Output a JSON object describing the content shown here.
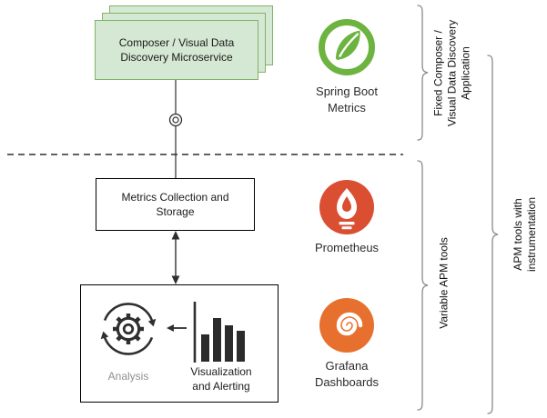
{
  "colors": {
    "card_fill": "#d5e8d4",
    "card_stroke": "#82b366",
    "spring_green": "#6db33f",
    "prometheus_red": "#da4e31",
    "grafana_orange": "#e8702e",
    "line_dark": "#2f2f2f",
    "brace_gray": "#8a8a8a",
    "analysis_gray": "#8f8f8f"
  },
  "stack": {
    "label": "Composer / Visual Data Discovery Microservice",
    "icon": "stacked-cards"
  },
  "metrics_box": {
    "label": "Metrics Collection and Storage"
  },
  "apm_box": {
    "analysis_label": "Analysis",
    "visualization_label": "Visualization and Alerting",
    "icons": [
      "gear-sync-icon",
      "left-arrow-icon",
      "bar-chart-icon"
    ]
  },
  "tools": {
    "spring": {
      "label": "Spring Boot Metrics",
      "icon": "spring-leaf-icon",
      "color": "#6db33f"
    },
    "prometheus": {
      "label": "Prometheus",
      "icon": "prometheus-flame-icon",
      "color": "#da4e31"
    },
    "grafana": {
      "label": "Grafana Dashboards",
      "icon": "grafana-spiral-icon",
      "color": "#e8702e"
    }
  },
  "annotations": {
    "fixed_app": "Fixed Composer / Visual Data Discovery Application",
    "variable_apm": "Variable APM tools",
    "instrumentation": "APM tools with instrumentation"
  }
}
